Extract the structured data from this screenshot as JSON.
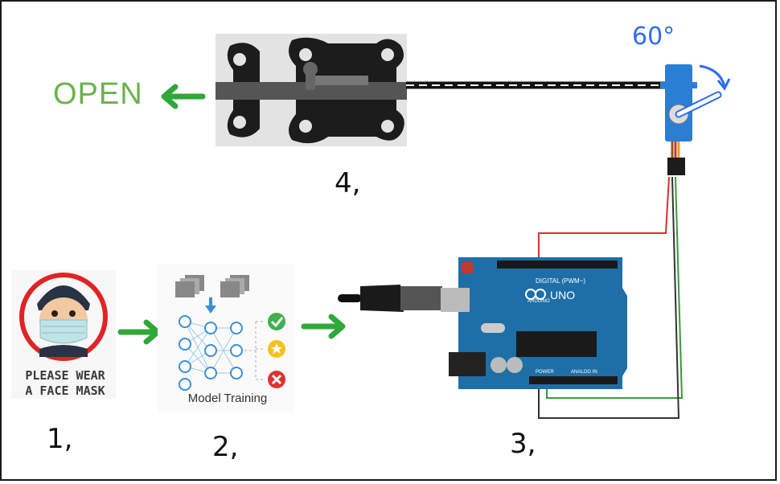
{
  "diagram": {
    "open_label": "OPEN",
    "servo_angle": "60°",
    "mask_caption": "PLEASE WEAR\nA FACE MASK",
    "model_caption": "Model Training",
    "arduino_brand": "UNO",
    "arduino_name": "ARDUINO",
    "arduino_digital": "DIGITAL (PWM~)",
    "arduino_power": "POWER",
    "arduino_analog": "ANALOG IN",
    "steps": [
      "1,",
      "2,",
      "3,",
      "4,"
    ],
    "colors": {
      "arrow_green": "#2fa83a",
      "open_green": "#6bb24b",
      "board_blue": "#1e6fa8",
      "servo_blue": "#2a7fd4",
      "wire_red": "#d9302c",
      "wire_green": "#3a9a3a"
    }
  }
}
